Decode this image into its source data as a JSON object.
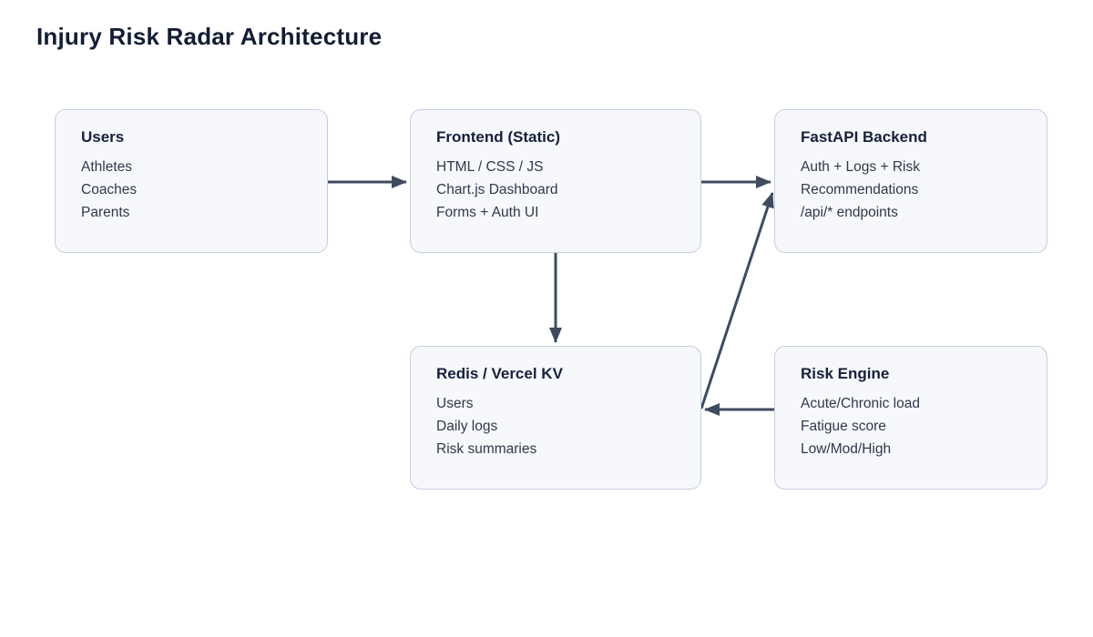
{
  "page": {
    "title": "Injury Risk Radar Architecture"
  },
  "colors": {
    "background": "#ffffff",
    "node_fill": "#f6f8fb",
    "node_border": "#c5cfe0",
    "node_title_text": "#16203a",
    "node_body_text": "#2f3949",
    "arrow": "#3f4b5f",
    "page_title_text": "#131d33"
  },
  "nodes": [
    {
      "id": "users",
      "title": "Users",
      "lines": [
        "Athletes",
        "Coaches",
        "Parents"
      ]
    },
    {
      "id": "frontend",
      "title": "Frontend (Static)",
      "lines": [
        "HTML / CSS / JS",
        "Chart.js Dashboard",
        "Forms + Auth UI"
      ]
    },
    {
      "id": "backend",
      "title": "FastAPI Backend",
      "lines": [
        "Auth + Logs + Risk",
        "Recommendations",
        "/api/* endpoints"
      ]
    },
    {
      "id": "redis",
      "title": "Redis / Vercel KV",
      "lines": [
        "Users",
        "Daily logs",
        "Risk summaries"
      ]
    },
    {
      "id": "risk-engine",
      "title": "Risk Engine",
      "lines": [
        "Acute/Chronic load",
        "Fatigue score",
        "Low/Mod/High"
      ]
    }
  ],
  "edges": [
    {
      "from": "users",
      "to": "frontend"
    },
    {
      "from": "frontend",
      "to": "backend"
    },
    {
      "from": "frontend",
      "to": "redis"
    },
    {
      "from": "redis",
      "to": "backend"
    },
    {
      "from": "risk-engine",
      "to": "redis"
    }
  ]
}
